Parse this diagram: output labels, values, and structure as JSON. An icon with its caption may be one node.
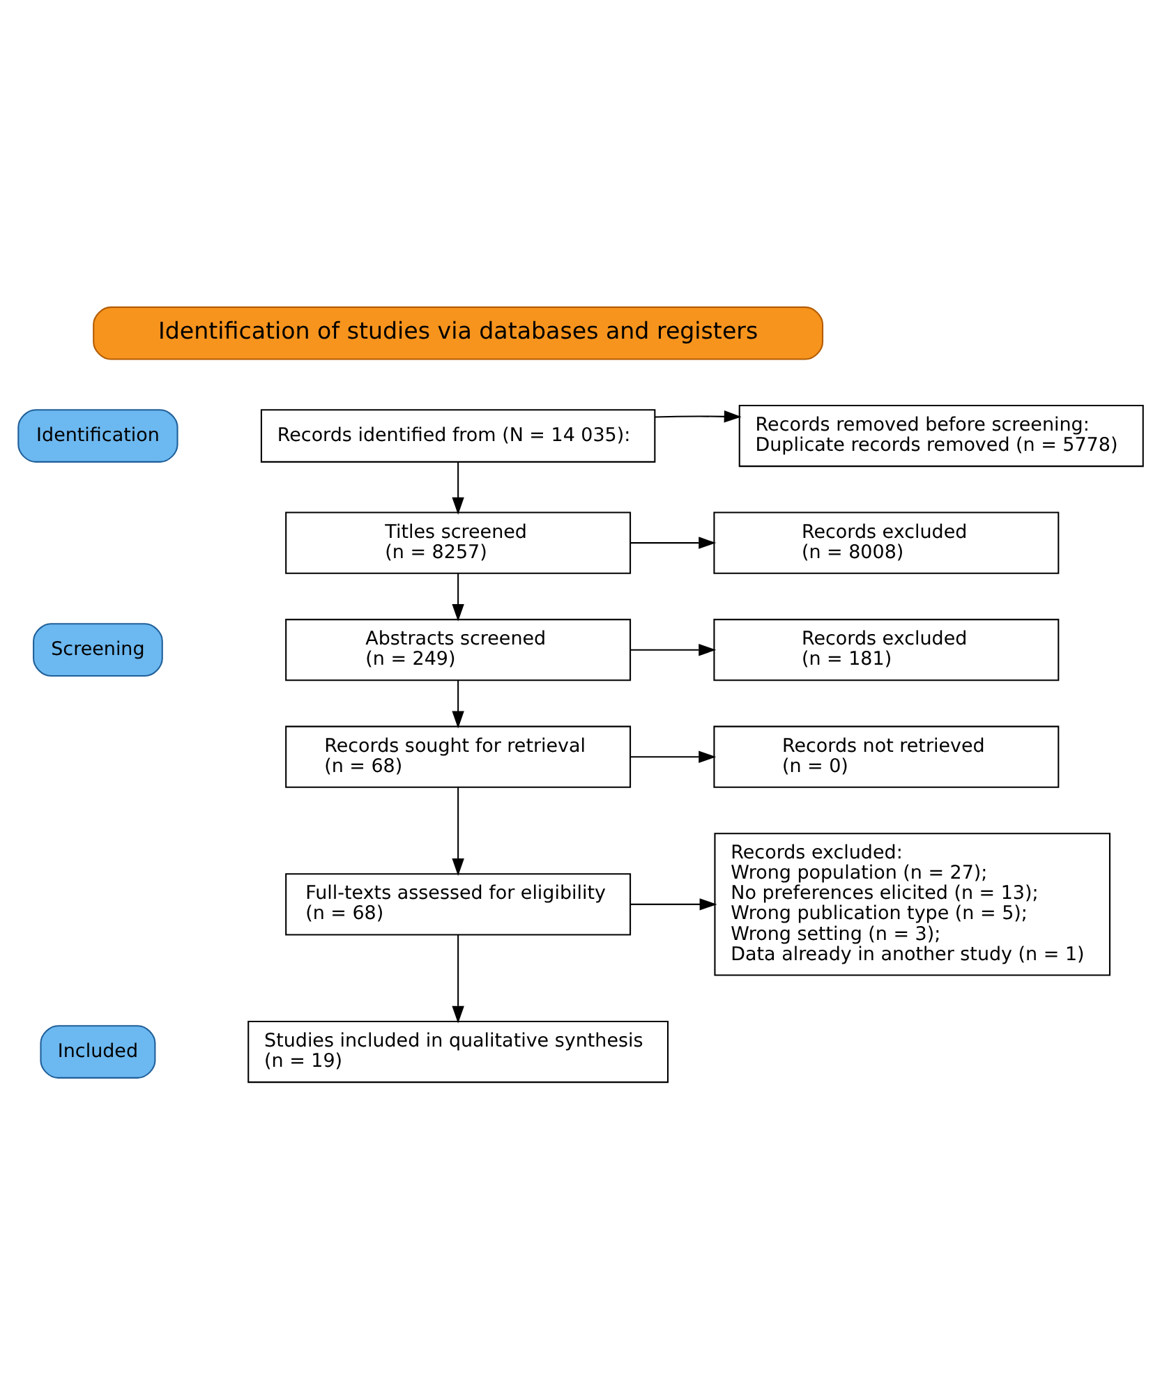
{
  "diagram": {
    "nodes": [
      {
        "text": [
          "Identification of studies via databases and registers"
        ]
      },
      {
        "text": [
          "Identification"
        ]
      },
      {
        "text": [
          "Screening"
        ]
      },
      {
        "text": [
          "Included"
        ]
      },
      {
        "text": [
          "Records identified from (N = 14 035):"
        ]
      },
      {
        "text": [
          "Records removed before screening:",
          "Duplicate records removed (n = 5778)"
        ]
      },
      {
        "text": [
          "Titles screened",
          "(n = 8257)"
        ]
      },
      {
        "text": [
          "Records excluded",
          "(n = 8008)"
        ]
      },
      {
        "text": [
          "Abstracts screened",
          "(n = 249)"
        ]
      },
      {
        "text": [
          "Records excluded",
          "(n = 181)"
        ]
      },
      {
        "text": [
          "Records sought for retrieval",
          "(n = 68)"
        ]
      },
      {
        "text": [
          "Records not retrieved",
          "(n = 0)"
        ]
      },
      {
        "text": [
          "Full-texts assessed for eligibility",
          "(n = 68)"
        ]
      },
      {
        "text": [
          "Records excluded:",
          "Wrong population (n = 27);",
          "No preferences elicited (n = 13);",
          "Wrong publication type (n = 5);",
          "Wrong setting (n = 3);",
          "Data already in another study (n = 1)"
        ]
      },
      {
        "text": [
          "Studies included in qualitative synthesis",
          "(n = 19)"
        ]
      }
    ],
    "edges": [
      {
        "from": 4,
        "to": 5,
        "arrow": "to"
      },
      {
        "from": 4,
        "to": 6,
        "arrow": "to"
      },
      {
        "from": 6,
        "to": 7,
        "arrow": "to"
      },
      {
        "from": 6,
        "to": 8,
        "arrow": "to"
      },
      {
        "from": 8,
        "to": 9,
        "arrow": "to"
      },
      {
        "from": 8,
        "to": 10,
        "arrow": "to"
      },
      {
        "from": 10,
        "to": 11,
        "arrow": "to"
      },
      {
        "from": 10,
        "to": 12,
        "arrow": "to"
      },
      {
        "from": 12,
        "to": 13,
        "arrow": "to"
      },
      {
        "from": 12,
        "to": 14,
        "arrow": "to"
      }
    ]
  }
}
